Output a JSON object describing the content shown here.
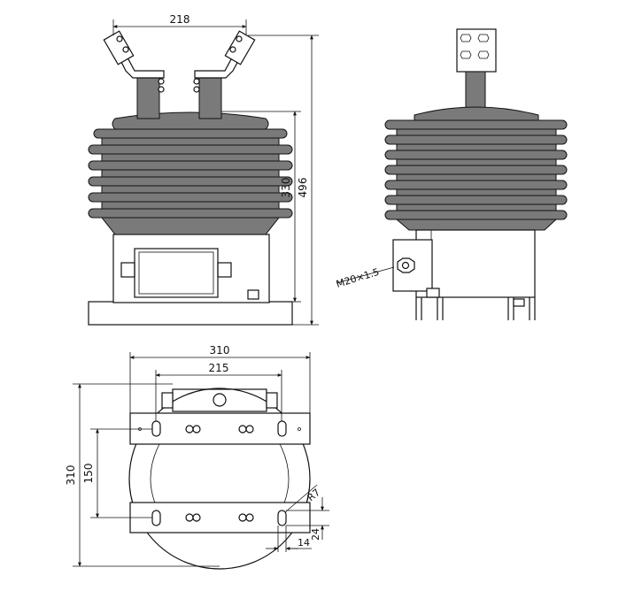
{
  "front_view": {
    "dim_width": "218",
    "dim_shed_height": "330",
    "dim_total_height": "496"
  },
  "side_view": {
    "thread_label": "M20×1.5"
  },
  "bottom_view": {
    "dim_base_width": "310",
    "dim_hole_spacing": "215",
    "dim_depth": "310",
    "dim_slot_spacing": "150",
    "dim_radius": "R7",
    "dim_slot_width": "14",
    "dim_slot_length": "24"
  },
  "colors": {
    "line": "#111111",
    "insulator_fill": "#7a7a7a",
    "background": "#ffffff"
  }
}
